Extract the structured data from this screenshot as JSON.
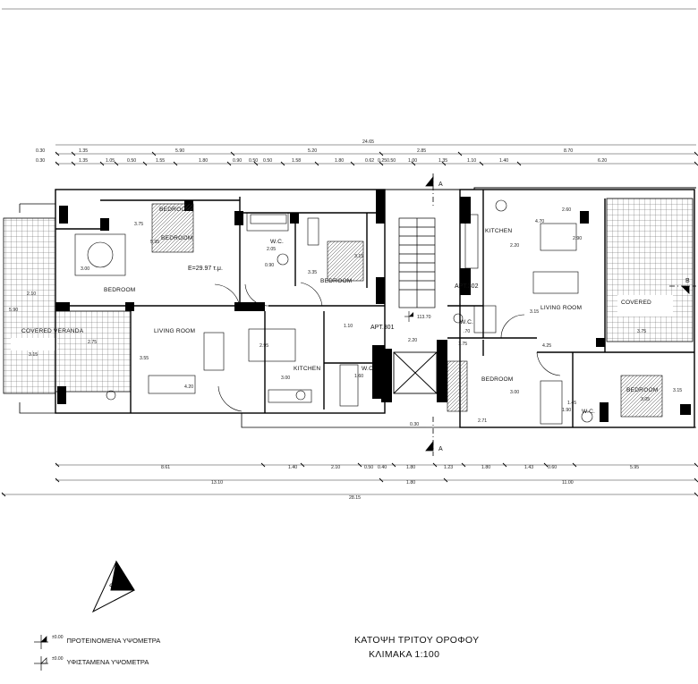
{
  "drawing": {
    "title_line1": "ΚΑΤΟΨΗ ΤΡΙΤΟΥ ΟΡΟΦΟΥ",
    "title_line2": "ΚΛΙΜΑΚΑ 1:100"
  },
  "legend": {
    "proposed": {
      "level": "±0.00",
      "label": "ΠΡΟΤΕΙΝΟΜΕΝΑ ΥΨΟΜΕΤΡΑ"
    },
    "existing": {
      "level": "±0.00",
      "label": "ΥΦΙΣΤΑΜΕΝΑ ΥΨΟΜΕΤΡΑ"
    }
  },
  "section_marks": {
    "a": "A",
    "b": "B"
  },
  "apartments": {
    "apt301": "APT.301",
    "apt302": "APT.302"
  },
  "area_note": "E=29.97 τ.μ.",
  "stair_level": "113.70",
  "rooms": {
    "bedroom": "BEDROOM",
    "living_room": "LIVING ROOM",
    "kitchen": "KITCHEN",
    "wc": "W.C.",
    "covered_veranda": "COVERED VERANDA",
    "covered_veranda_short": "COVERED"
  },
  "room_dims": {
    "l_bed1": "3.75",
    "l_bed1b": "5.95",
    "l_bed2": "3.00",
    "l_bed2b": "2.10",
    "l_wc": "2.05",
    "l_wcb": "0.90",
    "l_bed3": "3.35",
    "l_bed3b": "3.15",
    "l_liv_h": "3.55",
    "l_liv_w": "4.20",
    "l_kit": "2.95",
    "l_kit2": "3.00",
    "l_wc2": "1.10",
    "l_wc2b": "1.60",
    "l_ver": "5.90",
    "l_ver2": "3.15",
    "l_ver3": "2.75",
    "r_kit": "4.70",
    "r_kit2": "2.20",
    "r_kit3": "2.60",
    "r_kit4": "2.90",
    "r_liv": "3.15",
    "r_liv2": "4.25",
    "r_wc": ".70",
    "r_wc2": "1.75",
    "r_bed": "3.00",
    "r_bed2": "2.71",
    "r_wc3": "1.45",
    "r_wc4": "1.90",
    "r_bed3": "3.05",
    "r_bed4": "3.15",
    "r_ver": "3.75",
    "c_220": "2.20",
    "c_030": "0.30"
  },
  "dimensions": {
    "top_total": "24.65",
    "top_row1": [
      "0.30",
      "1.35",
      "5.90",
      "5.20",
      "2.85",
      "8.70"
    ],
    "top_row2": [
      "0.30",
      "1.35",
      "1.05",
      "0.50",
      "1.55",
      "1.80",
      "0.90",
      "0.50",
      "0.50",
      "1.58",
      "1.80",
      "0.62",
      "0.250.50",
      "1.00",
      "1.35",
      "1.10",
      "1.40",
      "6.20"
    ],
    "bottom_row1": [
      "8.61",
      "1.40",
      "2.10",
      "0.50",
      "0.40",
      "1.80",
      "1.23",
      "1.80",
      "1.43",
      "0.60",
      "5.95"
    ],
    "bottom_row2": [
      "13.10",
      "1.80",
      "11.00"
    ],
    "bottom_total": "28.15"
  }
}
